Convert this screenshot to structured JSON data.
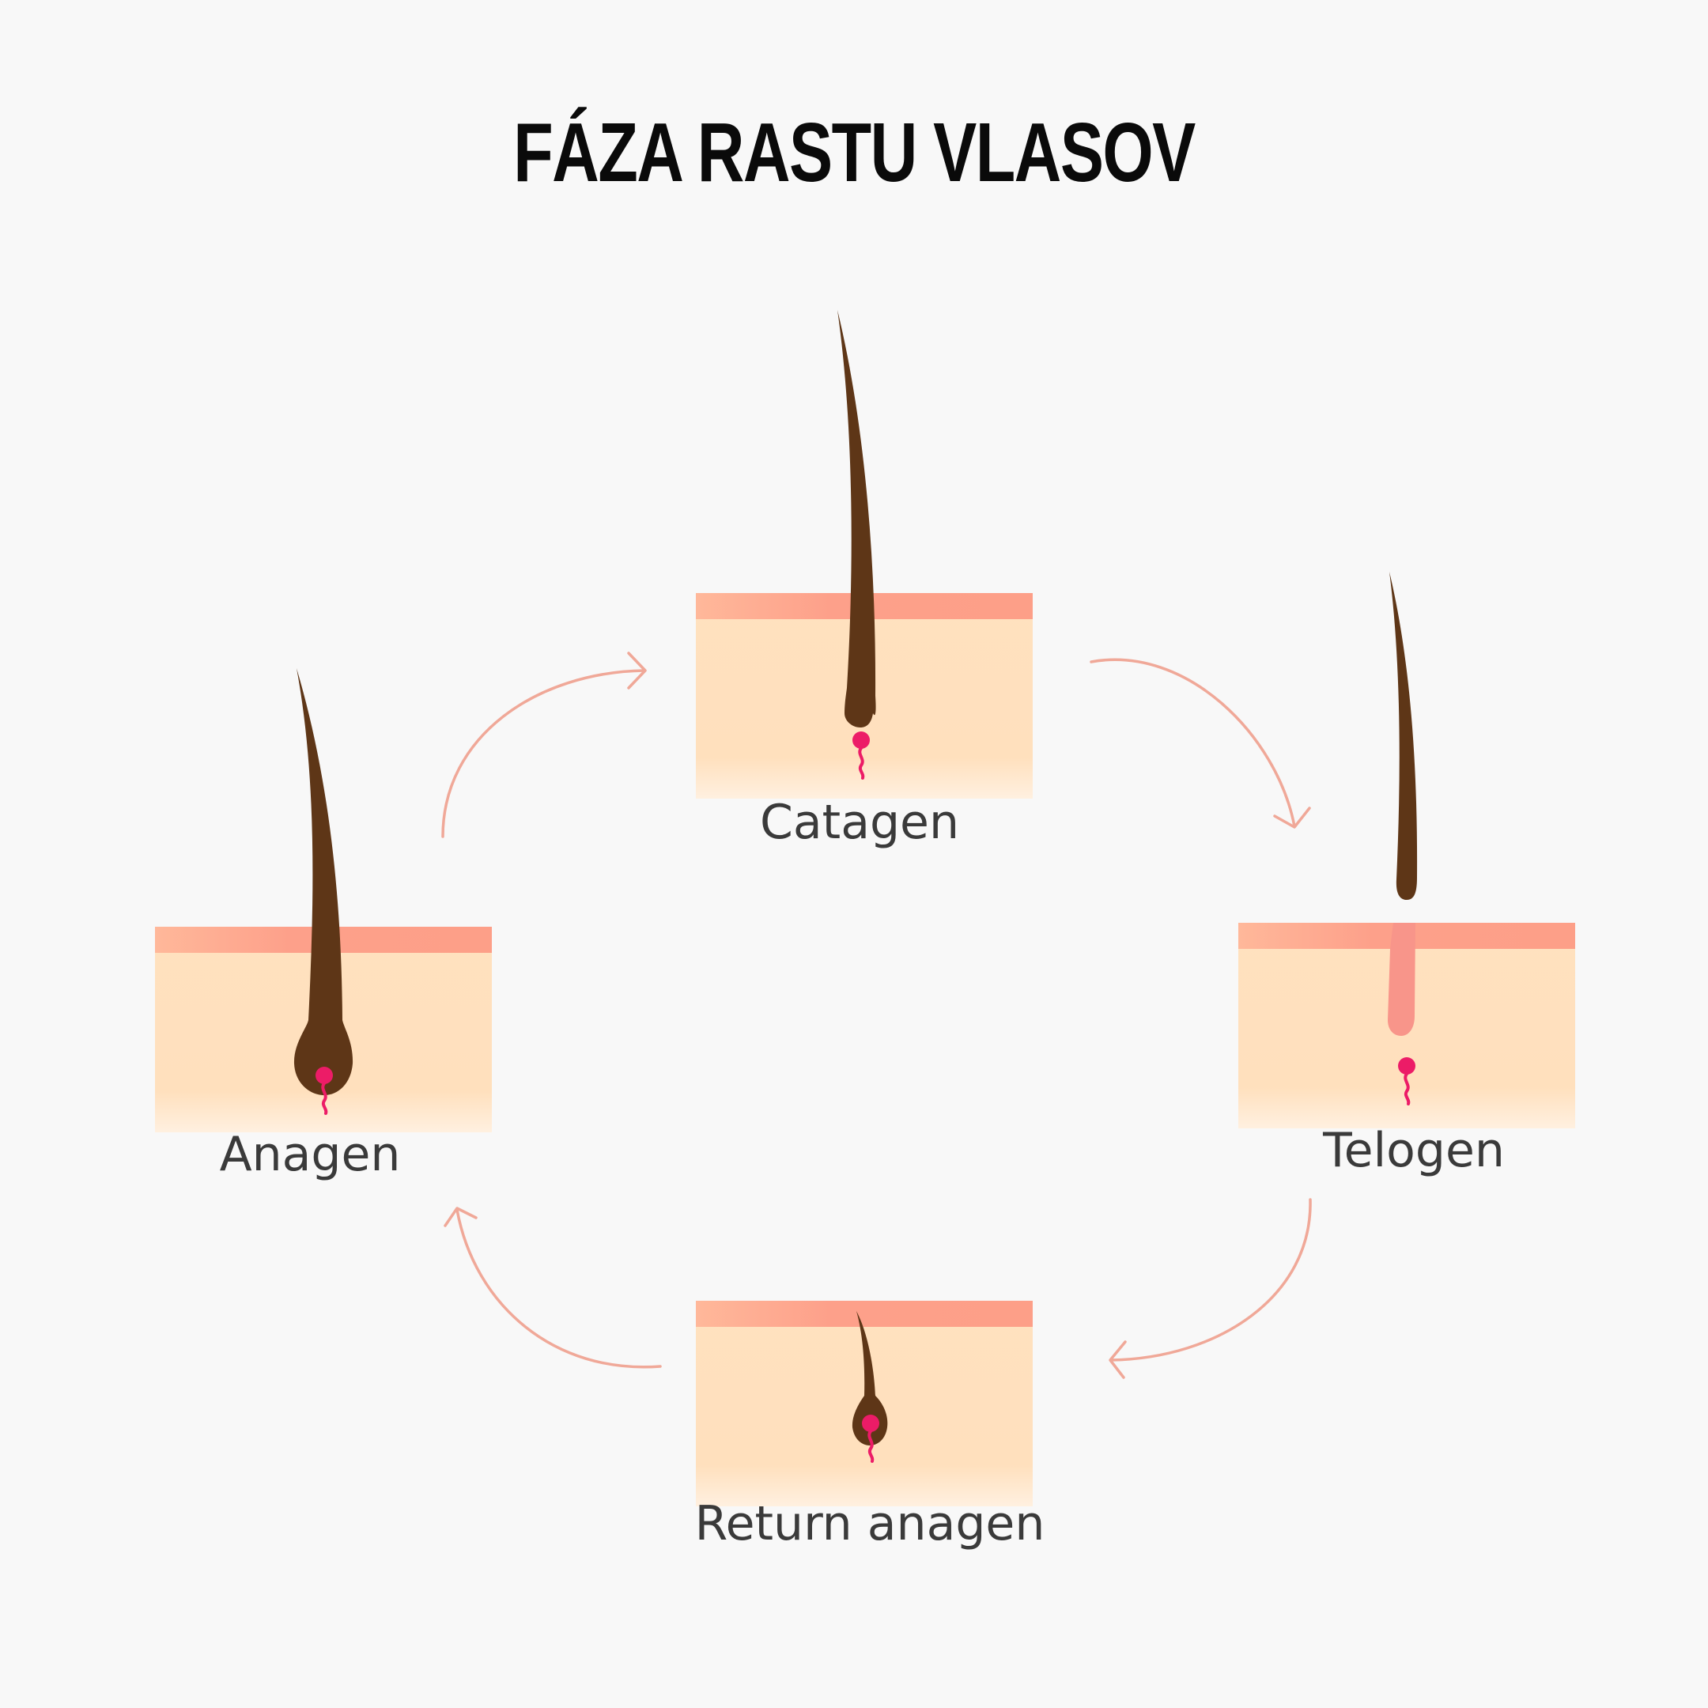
{
  "title": "FÁZA RASTU VLASOV",
  "stages": [
    {
      "id": "anagen",
      "label": "Anagen"
    },
    {
      "id": "catagen",
      "label": "Catagen"
    },
    {
      "id": "telogen",
      "label": "Telogen"
    },
    {
      "id": "return-anagen",
      "label": "Return anagen"
    }
  ],
  "colors": {
    "background": "#f8f8f8",
    "skin": "#ffe0bd",
    "skin_top": "#fda08a",
    "hair": "#5e3617",
    "papilla": "#ec1c67",
    "telogen_follicle": "#f8958a",
    "arrow": "#f0a898"
  }
}
